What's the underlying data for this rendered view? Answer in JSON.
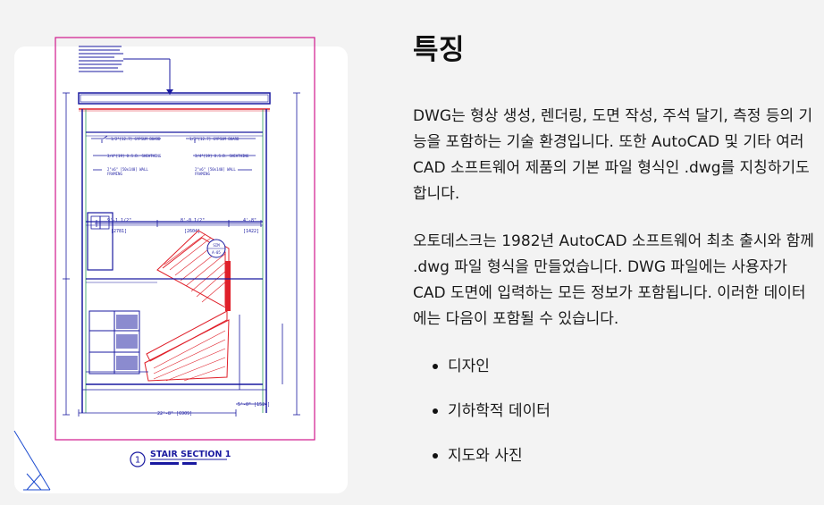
{
  "heading": "특징",
  "paragraphs": [
    "DWG는 형상 생성, 렌더링, 도면 작성, 주석 달기, 측정 등의 기능을 포함하는 기술 환경입니다. 또한 AutoCAD 및 기타 여러 CAD 소프트웨어 제품의 기본 파일 형식인 .dwg를 지칭하기도 합니다.",
    "오토데스크는 1982년 AutoCAD 소프트웨어 최초 출시와 함께 .dwg 파일 형식을 만들었습니다. DWG 파일에는 사용자가 CAD 도면에 입력하는 모든 정보가 포함됩니다. 이러한 데이터에는 다음이 포함될 수 있습니다."
  ],
  "features": [
    "디자인",
    "기하학적 데이터",
    "지도와 사진"
  ],
  "drawing": {
    "section_number": "1",
    "section_title": "STAIR SECTION 1",
    "dim_top_left": "9'-1 1/2\"",
    "dim_top_left_mm": "[2781]",
    "dim_top_mid": "8'-0 1/2\"",
    "dim_top_mid_mm": "[2604]",
    "dim_top_right": "4'-8\"",
    "dim_top_right_mm": "[1422]",
    "dim_bottom": "22'-8\" [6909]",
    "dim_bottom_right": "5'-0\" [1524]",
    "detail_ref_top": "SIM",
    "detail_ref_bottom": "A-05",
    "colors": {
      "outline": "#1a1aa0",
      "stair": "#e0202a",
      "boundary": "#d0188c",
      "accent": "#2a9d5c"
    }
  }
}
